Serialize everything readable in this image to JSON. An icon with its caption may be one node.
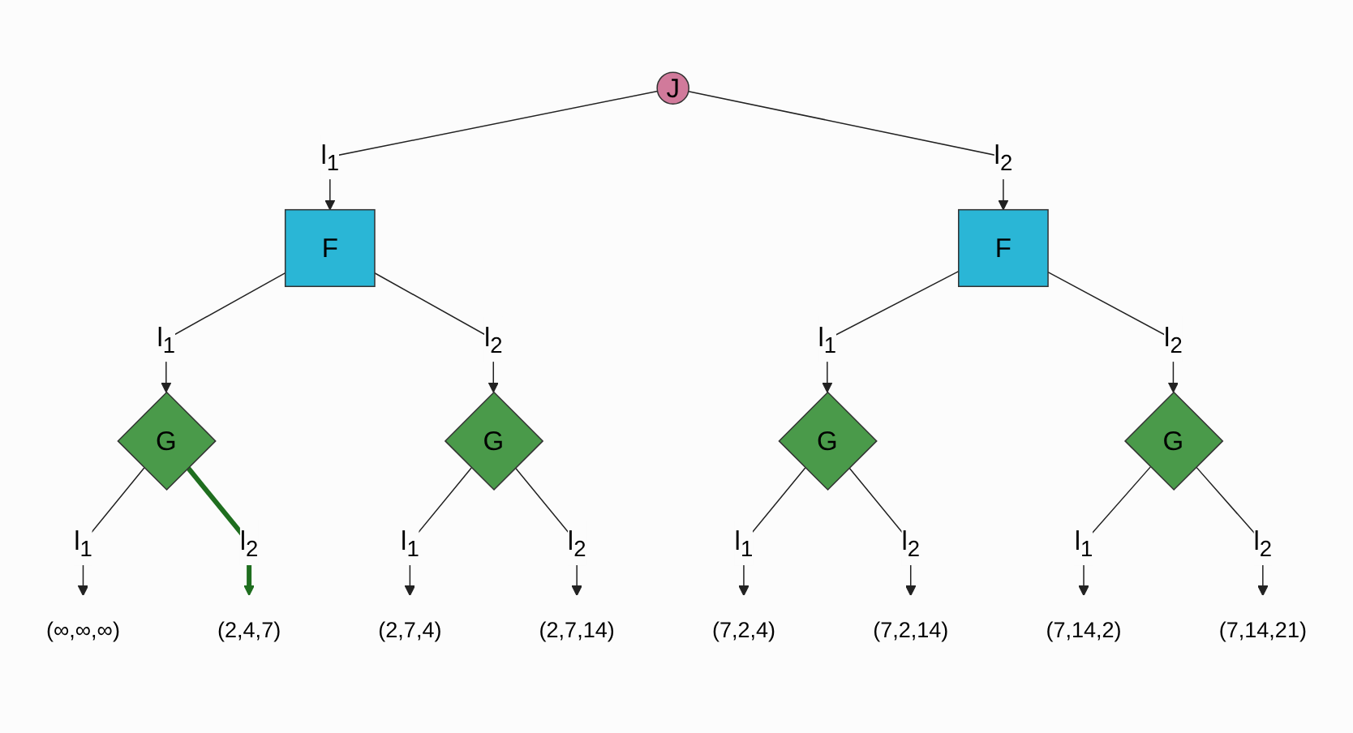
{
  "diagram": {
    "nodes": [
      {
        "text": [
          "J"
        ]
      },
      {
        "text": [
          "F"
        ]
      },
      {
        "text": [
          "F"
        ]
      },
      {
        "text": [
          "G"
        ]
      },
      {
        "text": [
          "G"
        ]
      },
      {
        "text": [
          "G"
        ]
      },
      {
        "text": [
          "G"
        ]
      },
      {
        "text": [
          "(∞,∞,∞)"
        ]
      },
      {
        "text": [
          "(2,4,7)"
        ]
      },
      {
        "text": [
          "(2,7,4)"
        ]
      },
      {
        "text": [
          "(2,7,14)"
        ]
      },
      {
        "text": [
          "(7,2,4)"
        ]
      },
      {
        "text": [
          "(7,2,14)"
        ]
      },
      {
        "text": [
          "(7,14,2)"
        ]
      },
      {
        "text": [
          "(7,14,21)"
        ]
      }
    ],
    "edges": [
      {
        "from": 0,
        "to": 1,
        "arrow": "to",
        "label": "l$_{1}$"
      },
      {
        "from": 0,
        "to": 2,
        "arrow": "to",
        "label": "l$_{2}$"
      },
      {
        "from": 1,
        "to": 3,
        "arrow": "to",
        "label": "l$_{1}$"
      },
      {
        "from": 1,
        "to": 4,
        "arrow": "to",
        "label": "l$_{2}$"
      },
      {
        "from": 2,
        "to": 5,
        "arrow": "to",
        "label": "l$_{1}$"
      },
      {
        "from": 2,
        "to": 6,
        "arrow": "to",
        "label": "l$_{2}$"
      },
      {
        "from": 3,
        "to": 7,
        "arrow": "to",
        "label": "l$_{1}$"
      },
      {
        "from": 3,
        "to": 8,
        "arrow": "to",
        "label": "l$_{2}$",
        "style": "thick",
        "color": "#1f6e1f"
      },
      {
        "from": 4,
        "to": 9,
        "arrow": "to",
        "label": "l$_{1}$"
      },
      {
        "from": 4,
        "to": 10,
        "arrow": "to",
        "label": "l$_{2}$"
      },
      {
        "from": 5,
        "to": 11,
        "arrow": "to",
        "label": "l$_{1}$"
      },
      {
        "from": 5,
        "to": 12,
        "arrow": "to",
        "label": "l$_{2}$"
      },
      {
        "from": 6,
        "to": 13,
        "arrow": "to",
        "label": "l$_{1}$"
      },
      {
        "from": 6,
        "to": 14,
        "arrow": "to",
        "label": "l$_{2}$"
      }
    ]
  }
}
